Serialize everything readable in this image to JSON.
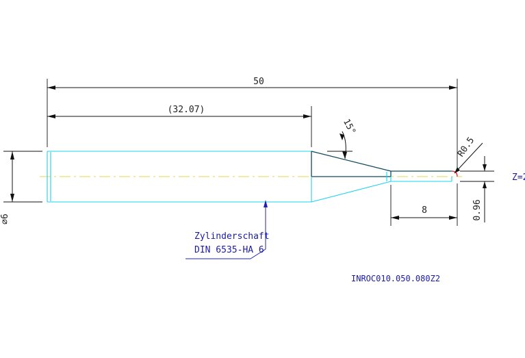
{
  "dimensions": {
    "overall_length": "50",
    "shank_length": "(32.07)",
    "taper_angle": "15°",
    "tip_radius": "R0.5",
    "neck_length": "8",
    "shank_diameter": "⌀6",
    "neck_diameter": "0.96",
    "flutes_partial": "Z=2"
  },
  "note": {
    "line1": "Zylinderschaft",
    "line2": "DIN 6535-HA 6"
  },
  "part_code": "INROC010.050.080Z2",
  "colors": {
    "outline_cyan": "#19d3ec",
    "outline_navy": "#0d4a5c",
    "centerline": "#e3d84a",
    "annotation_blue": "#1a1aa8",
    "radius_red": "#e0202a"
  }
}
